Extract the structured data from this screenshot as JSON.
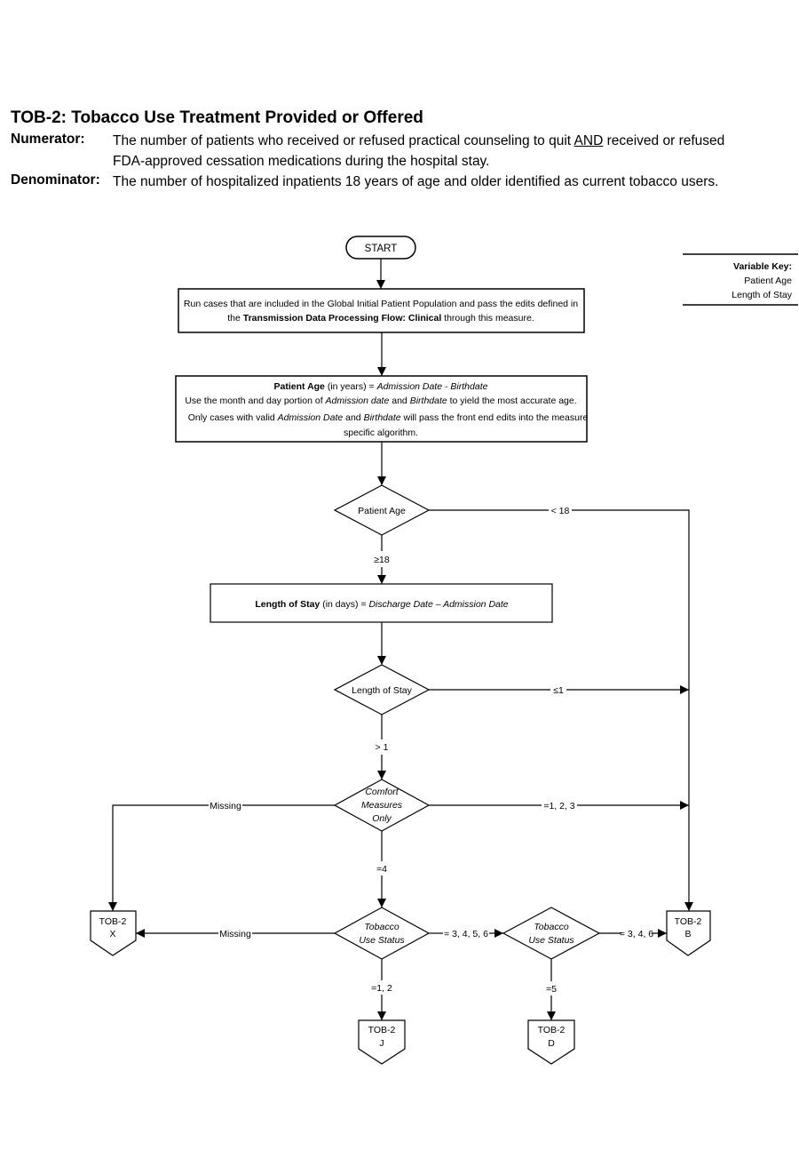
{
  "header": {
    "title": "TOB-2:  Tobacco Use Treatment Provided or Offered",
    "numerator_label": "Numerator:",
    "numerator_line1_a": "The number of patients who received or refused practical counseling to quit ",
    "numerator_line1_and": "AND",
    "numerator_line1_b": " received or refused",
    "numerator_line2": "FDA-approved cessation medications during the hospital stay.",
    "denominator_label": "Denominator:",
    "denominator_text": "The number of hospitalized inpatients 18 years of age and older identified as current tobacco users."
  },
  "variable_key": {
    "title": "Variable Key:",
    "items": [
      "Patient Age",
      "Length of Stay"
    ]
  },
  "flow": {
    "start": "START",
    "box1": {
      "line1": "Run cases that are included in the Global Initial Patient Population and pass the edits defined in",
      "line2_a": "the ",
      "line2_bold": "Transmission Data Processing Flow: Clinical",
      "line2_b": " through this measure."
    },
    "box2": {
      "l1_bold": "Patient Age",
      "l1_a": " (in years) = ",
      "l1_it": "Admission Date - Birthdate",
      "l2_a": "Use the month and day portion of ",
      "l2_it1": "Admission date",
      "l2_b": " and ",
      "l2_it2": "Birthdate",
      "l2_c": " to yield the most accurate age.",
      "l3_a": "Only cases with valid ",
      "l3_it1": "Admission Date",
      "l3_b": " and ",
      "l3_it2": "Birthdate",
      "l3_c": " will pass the front end edits  into the measure",
      "l4": "specific algorithm."
    },
    "d_age": "Patient Age",
    "lbl_age_lt": "< 18",
    "lbl_age_ge": "≥18",
    "box3": {
      "bold": "Length of Stay",
      "a": " (in days)  = ",
      "it": "Discharge Date – Admission Date"
    },
    "d_los": "Length of Stay",
    "lbl_los_le": "≤1",
    "lbl_los_gt": "> 1",
    "d_comfort": [
      "Comfort",
      "Measures",
      "Only"
    ],
    "lbl_comfort_missing": "Missing",
    "lbl_comfort_123": "=1, 2, 3",
    "lbl_comfort_4": "=4",
    "d_tob1": [
      "Tobacco",
      "Use Status"
    ],
    "lbl_tob1_missing": "Missing",
    "lbl_tob1_3456": "= 3, 4, 5, 6",
    "lbl_tob1_12": "=1, 2",
    "d_tob2": [
      "Tobacco",
      "Use Status"
    ],
    "lbl_tob2_346": "= 3,  4, 6",
    "lbl_tob2_5": "=5",
    "end_x": [
      "TOB-2",
      "X"
    ],
    "end_b": [
      "TOB-2",
      "B"
    ],
    "end_j": [
      "TOB-2",
      "J"
    ],
    "end_d": [
      "TOB-2",
      "D"
    ]
  }
}
